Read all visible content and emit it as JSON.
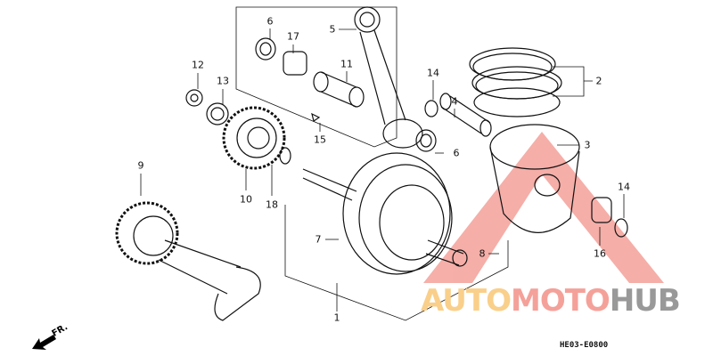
{
  "diagram": {
    "callouts": [
      {
        "id": "c1",
        "text": "1"
      },
      {
        "id": "c2",
        "text": "2"
      },
      {
        "id": "c3",
        "text": "3"
      },
      {
        "id": "c4",
        "text": "4"
      },
      {
        "id": "c5",
        "text": "5"
      },
      {
        "id": "c6a",
        "text": "6"
      },
      {
        "id": "c6b",
        "text": "6"
      },
      {
        "id": "c7",
        "text": "7"
      },
      {
        "id": "c8",
        "text": "8"
      },
      {
        "id": "c9",
        "text": "9"
      },
      {
        "id": "c10",
        "text": "10"
      },
      {
        "id": "c11",
        "text": "11"
      },
      {
        "id": "c12",
        "text": "12"
      },
      {
        "id": "c13",
        "text": "13"
      },
      {
        "id": "c14a",
        "text": "14"
      },
      {
        "id": "c14b",
        "text": "14"
      },
      {
        "id": "c15",
        "text": "15"
      },
      {
        "id": "c16",
        "text": "16"
      },
      {
        "id": "c17",
        "text": "17"
      },
      {
        "id": "c18",
        "text": "18"
      }
    ],
    "diagram_code": "HE03-E0800",
    "front_indicator": "FR."
  },
  "watermark": {
    "parts": [
      "AUTO",
      "MOTO",
      "HUB"
    ],
    "colors": [
      "#f9cf8a",
      "#f4a19a",
      "#999999"
    ],
    "triangle_color": "#f4a19a"
  }
}
